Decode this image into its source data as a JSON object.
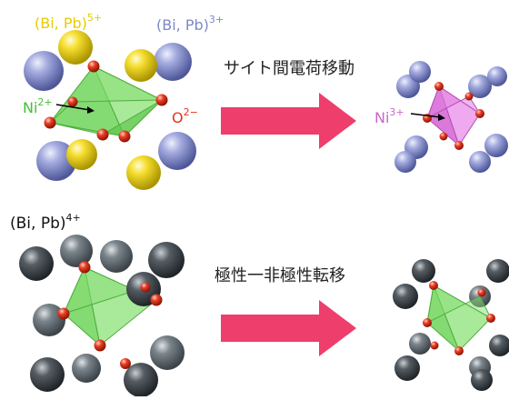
{
  "colors": {
    "bi_pb_5plus": "#f2d40c",
    "bi_pb_3plus": "#7f88c9",
    "ni_2plus": "#44c83a",
    "ni_3plus": "#c966c9",
    "oxygen": "#e0341d",
    "bi_pb_4plus_dark": "#3f464c",
    "bi_pb_4plus_mid": "#646d74",
    "arrow": "#ee3e6b",
    "octa_green": "#7fe06a",
    "octa_pink": "#e477e4",
    "text_dark": "#222222"
  },
  "labels": {
    "bipb5": {
      "base": "(Bi, Pb)",
      "sup": "5+"
    },
    "bipb3": {
      "base": "(Bi, Pb)",
      "sup": "3+"
    },
    "ni2": {
      "base": "Ni",
      "sup": "2+"
    },
    "o2": {
      "base": "O",
      "sup": "2−"
    },
    "ni3": {
      "base": "Ni",
      "sup": "3+"
    },
    "bipb4": {
      "base": "(Bi, Pb)",
      "sup": "4+"
    },
    "process_top": "サイト間電荷移動",
    "process_bottom": "極性一非極性転移"
  },
  "icons": {
    "arrow_top": "right-arrow-icon",
    "arrow_bottom": "right-arrow-icon"
  }
}
